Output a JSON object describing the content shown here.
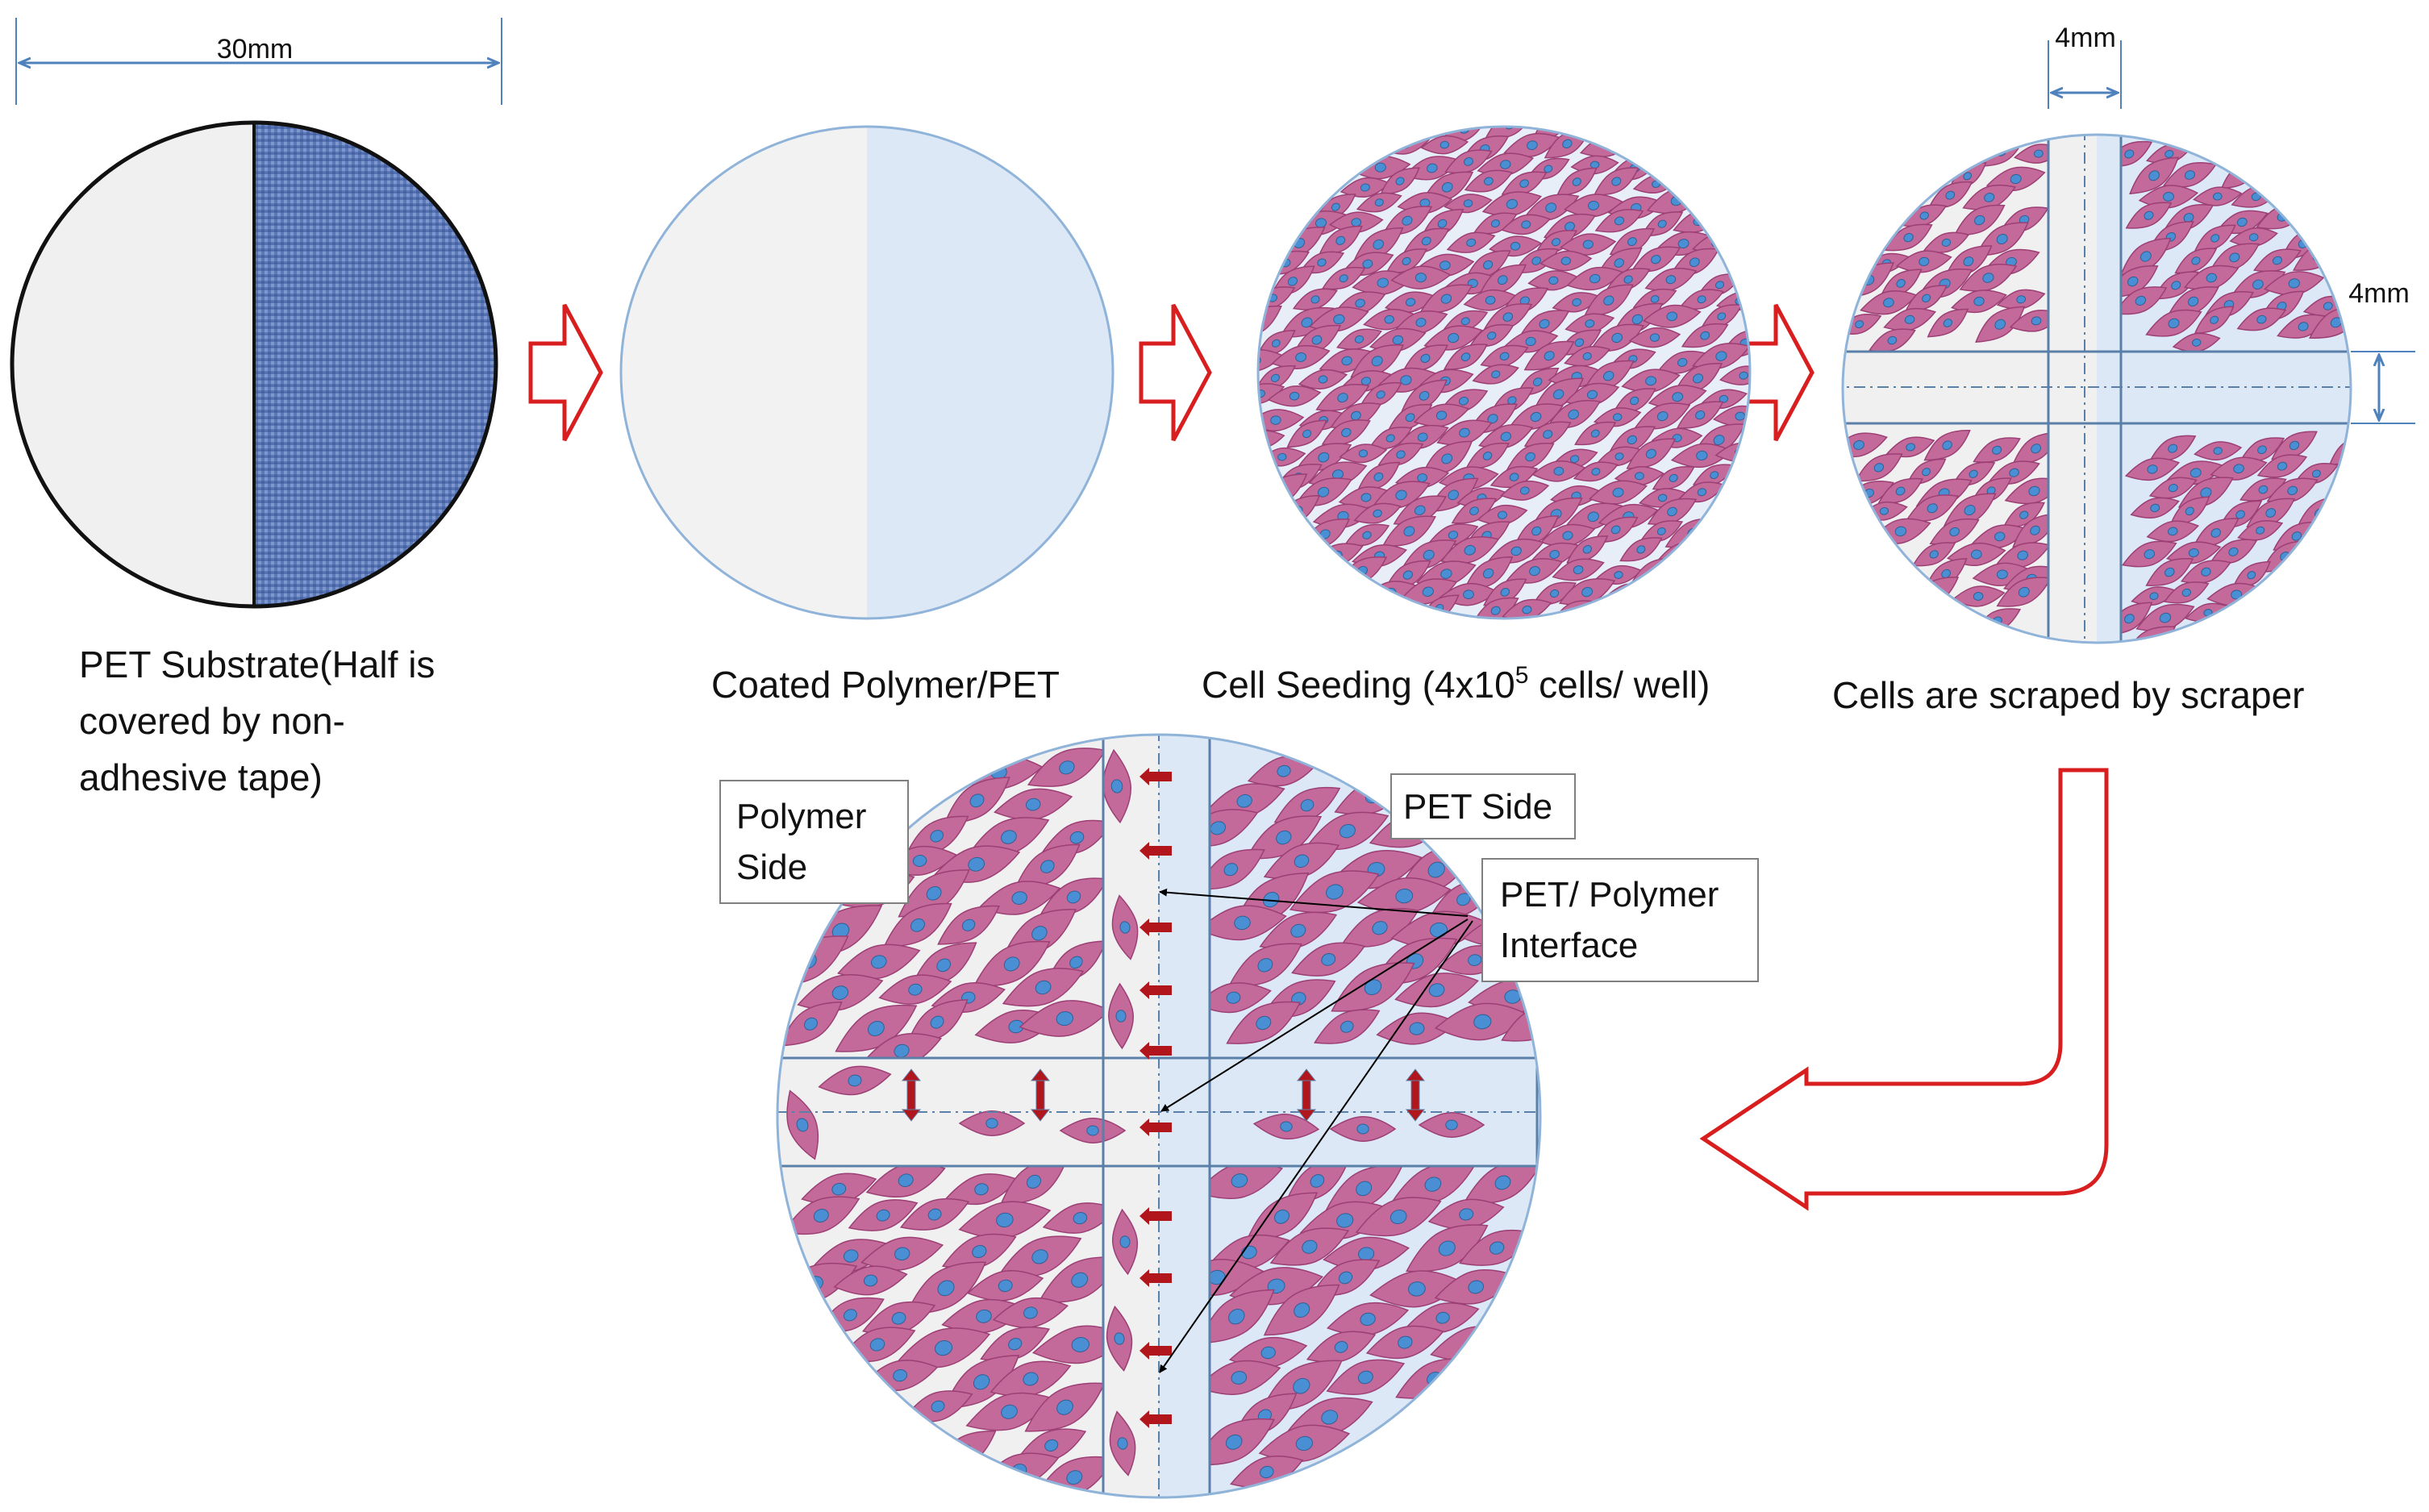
{
  "dimensions": {
    "width_label": "30mm",
    "gap_width_label": "4mm",
    "gap_height_label": "4mm"
  },
  "steps": [
    {
      "id": "pet-substrate",
      "label_lines": [
        "PET Substrate(Half is",
        "covered by non-",
        "adhesive tape)"
      ]
    },
    {
      "id": "coated",
      "label": "Coated Polymer/PET"
    },
    {
      "id": "seeding",
      "label_prefix": "Cell Seeding (4x10",
      "label_sup": "5",
      "label_suffix": " cells/ well)"
    },
    {
      "id": "scraped",
      "label": "Cells are scraped by scraper"
    }
  ],
  "result": {
    "polymer_side_lines": [
      "Polymer",
      "Side"
    ],
    "pet_side": "PET Side",
    "interface_lines": [
      "PET/ Polymer",
      "Interface"
    ]
  },
  "colors": {
    "tape_blue": "#5b78b8",
    "substrate_grey": "#f0f0f0",
    "polymer_blue": "#dce8f5",
    "cell_pink": "#c46a9a",
    "cell_edge": "#9c3f74",
    "nucleus_blue": "#4a8fd4",
    "dim_line": "#4f81bd",
    "flow_arrow_red": "#d81e1e",
    "migration_arrow_red": "#b1161c"
  }
}
